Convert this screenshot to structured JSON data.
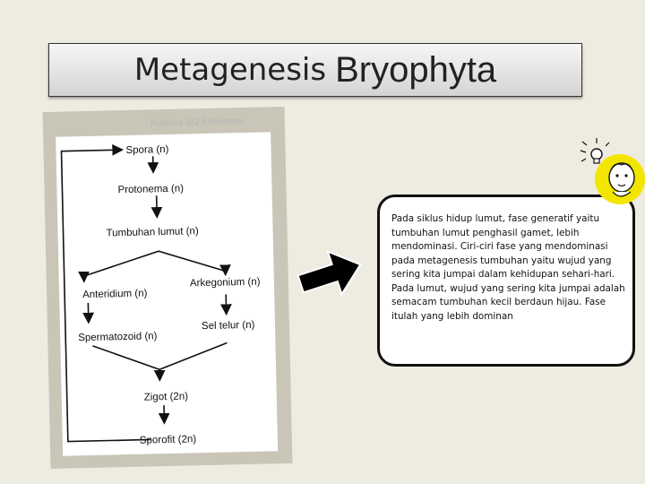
{
  "title": {
    "part1": "Metagenesis",
    "part2": "Bryophyta"
  },
  "figure": {
    "credit": "Pustaka @2 Ethalotone",
    "nodes": {
      "spora": "Spora (n)",
      "protonema": "Protonema (n)",
      "tumbuhan_lumut": "Tumbuhan lumut (n)",
      "anteridium": "Anteridium (n)",
      "arkegonium": "Arkegonium (n)",
      "spermatozoid": "Spermatozoid (n)",
      "sel_telur": "Sel telur (n)",
      "zigot": "Zigot (2n)",
      "sporofit": "Sporofit (2n)"
    }
  },
  "callout": {
    "text": "Pada siklus hidup lumut, fase generatif yaitu tumbuhan lumut penghasil gamet, lebih mendominasi. Ciri-ciri fase yang mendominasi pada metagenesis tumbuhan yaitu wujud yang sering kita jumpai dalam kehidupan sehari-hari. Pada lumut, wujud yang sering kita jumpai adalah semacam tumbuhan kecil berdaun hijau. Fase itulah yang lebih dominan"
  },
  "icons": {
    "arrow": "right-arrow-icon",
    "thinker": "thinking-person-lightbulb-icon"
  },
  "colors": {
    "background": "#eeece1",
    "thinker_circle": "#f2e600"
  }
}
